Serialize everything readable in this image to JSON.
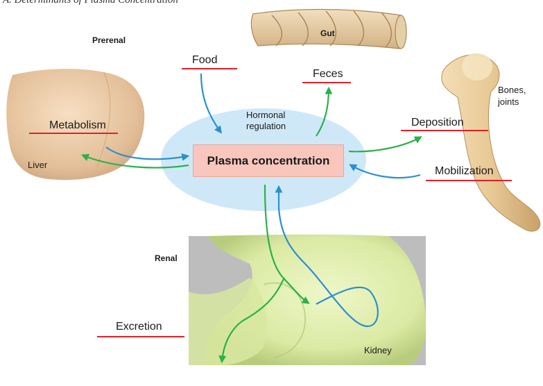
{
  "heading": "A. Determinants of Plasma Concentration",
  "labels": {
    "prerenal": "Prerenal",
    "food": "Food",
    "gut": "Gut",
    "feces": "Feces",
    "hormonal": "Hormonal",
    "regulation": "regulation",
    "bones": "Bones,",
    "joints": "joints",
    "metabolism": "Metabolism",
    "liver": "Liver",
    "plasma": "Plasma concentration",
    "deposition": "Deposition",
    "mobilization": "Mobilization",
    "renal": "Renal",
    "excretion": "Excretion",
    "kidney": "Kidney"
  },
  "colors": {
    "inflow_arrow": "#2a8fd0",
    "outflow_arrow": "#2ab14a",
    "underline": "#e0202a",
    "ellipse": "#cfe8f8",
    "box": "#f8c6bc"
  }
}
